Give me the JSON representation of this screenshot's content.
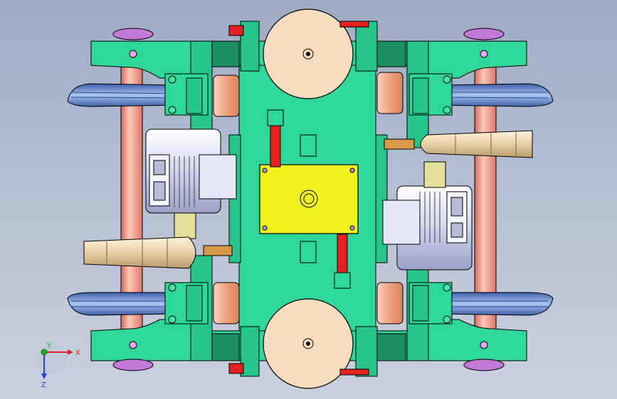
{
  "view": {
    "background_top": "#9eabc3",
    "background_bottom": "#c9d1df"
  },
  "colors": {
    "frame": "#2fd79a",
    "frame_dark": "#1c8f62",
    "wheel_disc": "#f8dcc0",
    "gearbox": "#f2f221",
    "motor": "#d7d9ef",
    "axle": "#ef9a8a",
    "wheel_tread": "#5f82c7",
    "brake_pad": "#f3b08e",
    "hydraulic": "#e42222",
    "outline": "#000000"
  },
  "triad": {
    "x_label": "X",
    "y_label": "Y",
    "z_label": "Z",
    "x_color": "#e02020",
    "y_color": "#20b020",
    "z_color": "#2040e0"
  }
}
